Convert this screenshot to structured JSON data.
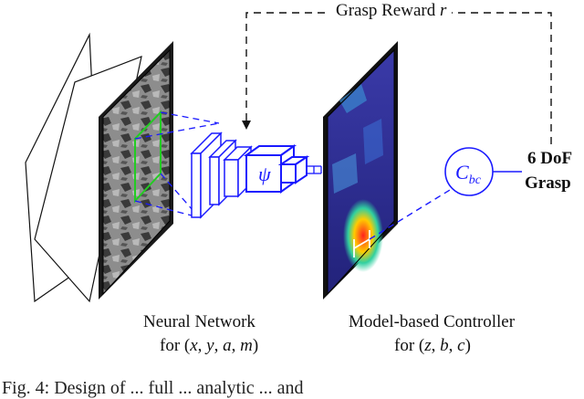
{
  "diagram": {
    "reward_label": "Grasp Reward r",
    "network_symbol": "ψ",
    "controller_symbol": "C_bc",
    "neural_network": {
      "line1": "Neural Network",
      "line2": "for (x, y, a, m)"
    },
    "controller": {
      "line1": "Model-based Controller",
      "line2": "for (z, b, c)"
    },
    "output": {
      "line1": "6 DoF",
      "line2": "Grasp"
    },
    "caption_fragment": "Fig. 4: Design of ... full ... analytic ... and"
  },
  "colors": {
    "network_blue": "#1a1aff",
    "grasp_box_green": "#22cc22",
    "heatmap_dark": "#1a1a8a",
    "heatmap_hot": "#ff3030"
  }
}
